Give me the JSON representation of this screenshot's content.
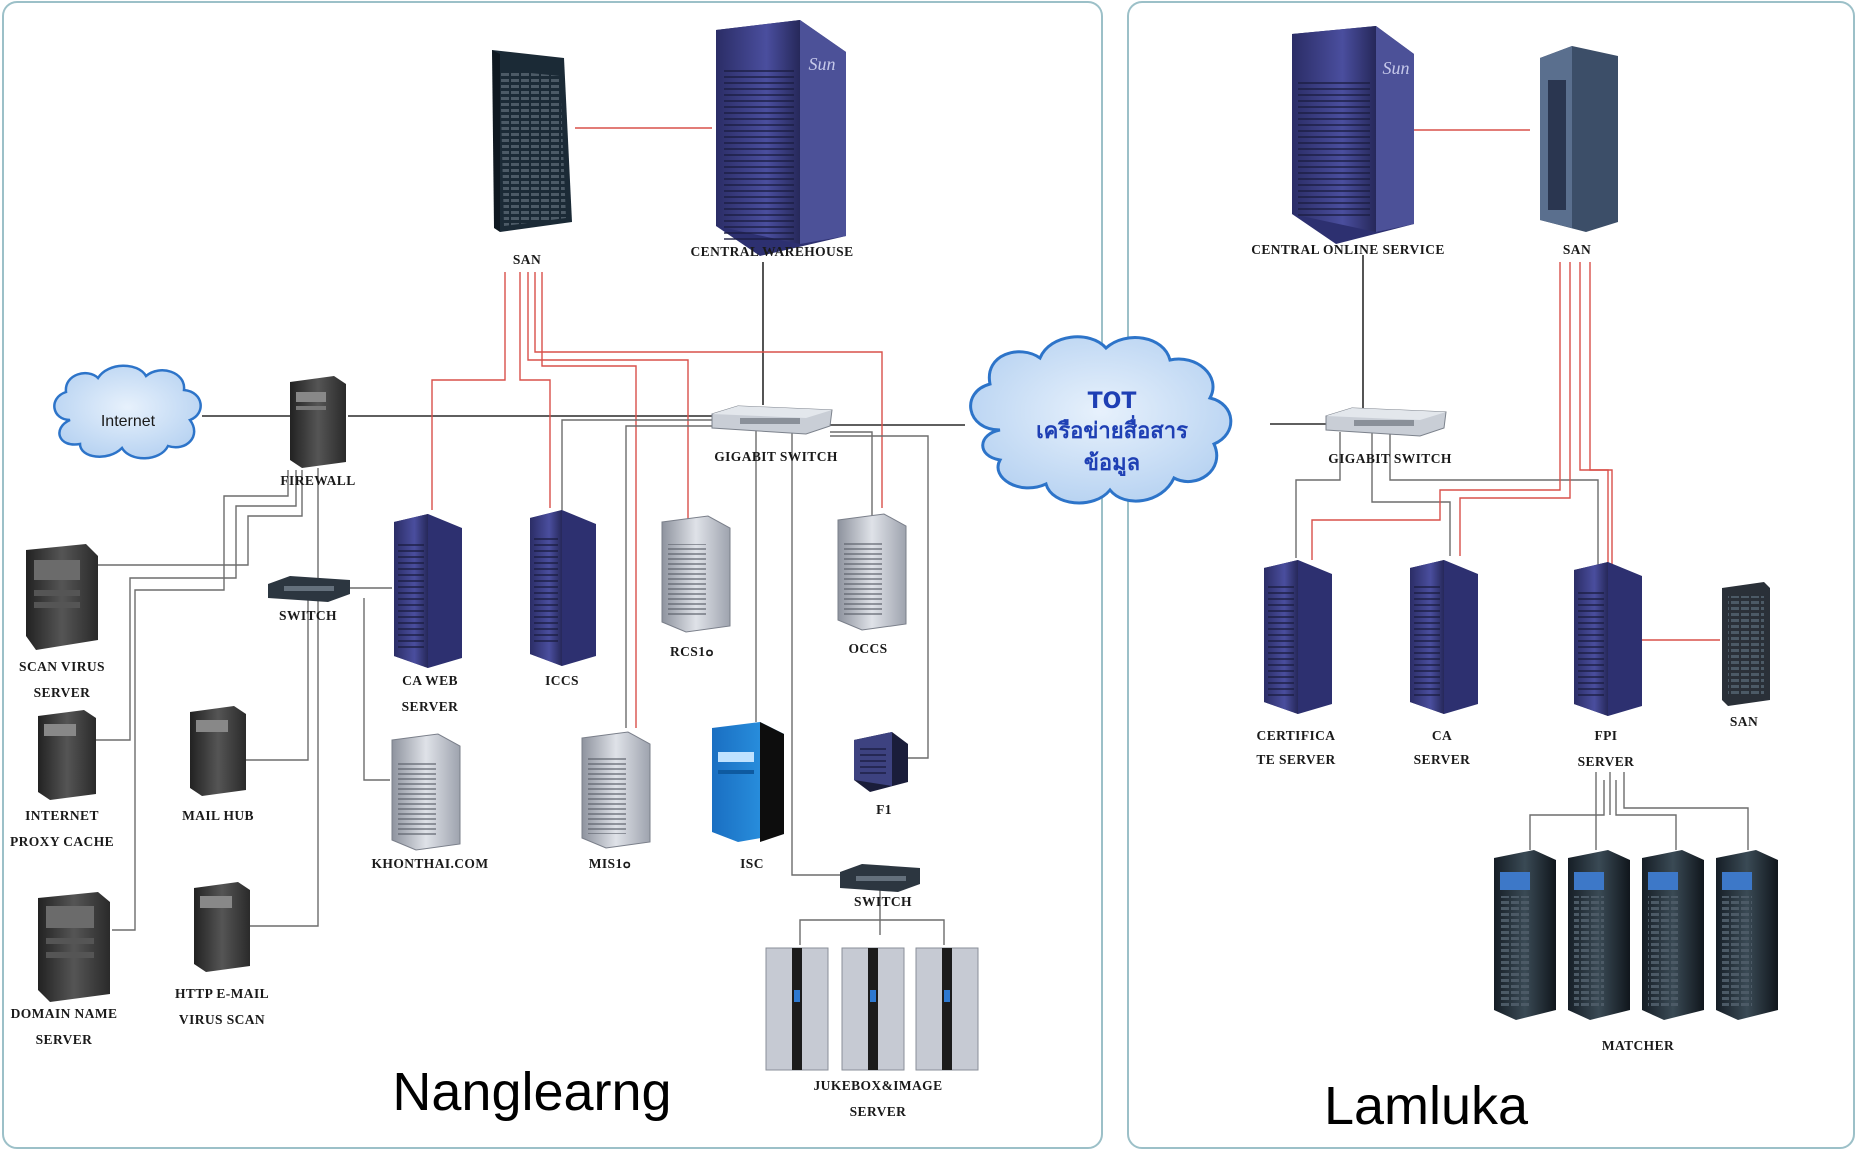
{
  "sites": {
    "left": "Nanglearng",
    "right": "Lamluka"
  },
  "clouds": {
    "internet": "Internet",
    "tot_line1": "TOT",
    "tot_line2": "เครือข่ายสื่อสาร",
    "tot_line3": "ข้อมูล"
  },
  "labels": {
    "san_left": "SAN",
    "central_warehouse": "CENTRAL WAREHOUSE",
    "firewall": "FIREWALL",
    "gigabit_switch_left": "GIGABIT SWITCH",
    "switch_left": "SWITCH",
    "scan_virus_1": "SCAN VIRUS",
    "scan_virus_2": "SERVER",
    "internet_proxy_1": "INTERNET",
    "internet_proxy_2": "PROXY CACHE",
    "domain_name_1": "DOMAIN NAME",
    "domain_name_2": "SERVER",
    "mail_hub": "MAIL HUB",
    "http_email_1": "HTTP E-MAIL",
    "http_email_2": "VIRUS SCAN",
    "ca_web_1": "CA WEB",
    "ca_web_2": "SERVER",
    "khonthai": "KHONTHAI.COM",
    "iccs": "ICCS",
    "rcs10": "RCS1๐",
    "occs": "OCCS",
    "mis10": "MIS1๐",
    "isc": "ISC",
    "f1": "F1",
    "switch_bottom": "SWITCH",
    "jukebox_1": "JUKEBOX&IMAGE",
    "jukebox_2": "SERVER",
    "central_online": "CENTRAL ONLINE SERVICE",
    "san_right": "SAN",
    "gigabit_switch_right": "GIGABIT SWITCH",
    "certifica_1": "CERTIFICA",
    "certifica_2": "TE SERVER",
    "ca_server_1": "CA",
    "ca_server_2": "SERVER",
    "fpi_1": "FPI",
    "fpi_2": "SERVER",
    "san_small": "SAN",
    "matcher": "MATCHER"
  },
  "colors": {
    "panel_border": "#9cc0c8",
    "link_black": "#2a2a2a",
    "link_red": "#d9504a",
    "link_gray": "#6d6d6d",
    "cloud_fill": "#c9def5",
    "cloud_stroke": "#2d74c9",
    "tot_text": "#1e3fb4",
    "server_blue": "#3c3f86",
    "server_gray": "#b7bcc7",
    "pc_dark": "#3a3a3a"
  }
}
